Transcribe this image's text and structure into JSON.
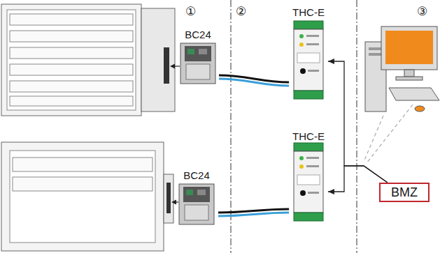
{
  "diagram": {
    "nodes": [
      {
        "text": [
          "BC24"
        ]
      },
      {
        "text": [
          "THC-E"
        ]
      },
      {
        "text": [
          "BC24"
        ]
      },
      {
        "text": [
          "THC-E"
        ]
      },
      {
        "text": [
          "BMZ"
        ]
      }
    ],
    "edges": [
      {
        "from": 0,
        "to": 1,
        "arrow": "none"
      },
      {
        "from": 2,
        "to": 3,
        "arrow": "none"
      },
      {
        "from": 4,
        "to": 1,
        "arrow": "to"
      },
      {
        "from": 4,
        "to": 3,
        "arrow": "to"
      }
    ],
    "labels": [
      "①",
      "②",
      "③"
    ]
  }
}
